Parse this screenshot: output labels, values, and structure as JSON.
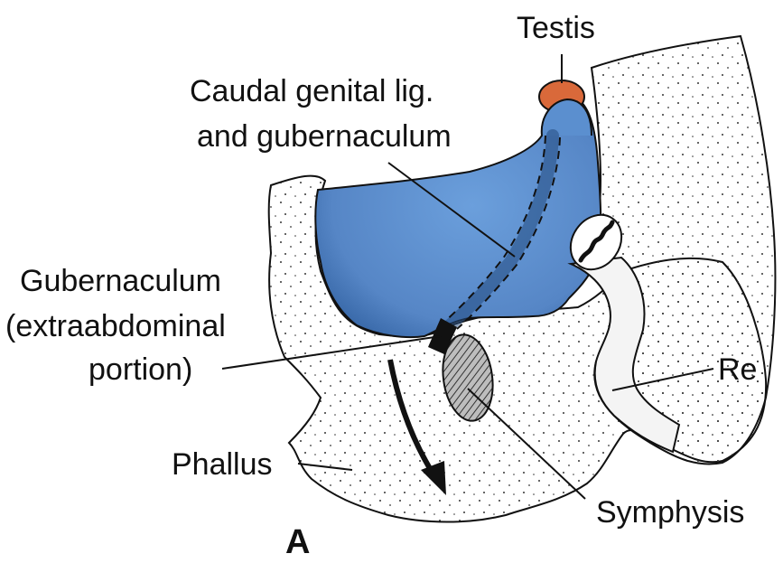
{
  "labels": {
    "testis": "Testis",
    "caudal_line1": "Caudal genital lig.",
    "caudal_line2": "and gubernaculum",
    "gub_line1": "Gubernaculum",
    "gub_line2": "(extraabdominal",
    "gub_line3": "portion)",
    "phallus": "Phallus",
    "symphysis": "Symphysis",
    "rectum_partial": "Re",
    "panel": "A"
  },
  "colors": {
    "peritoneum_blue": "#5b8fcf",
    "peritoneum_dark": "#3f73b5",
    "testis_orange": "#d9693a",
    "stipple": "#333333",
    "symphysis_fill": "#9a9a9a"
  }
}
